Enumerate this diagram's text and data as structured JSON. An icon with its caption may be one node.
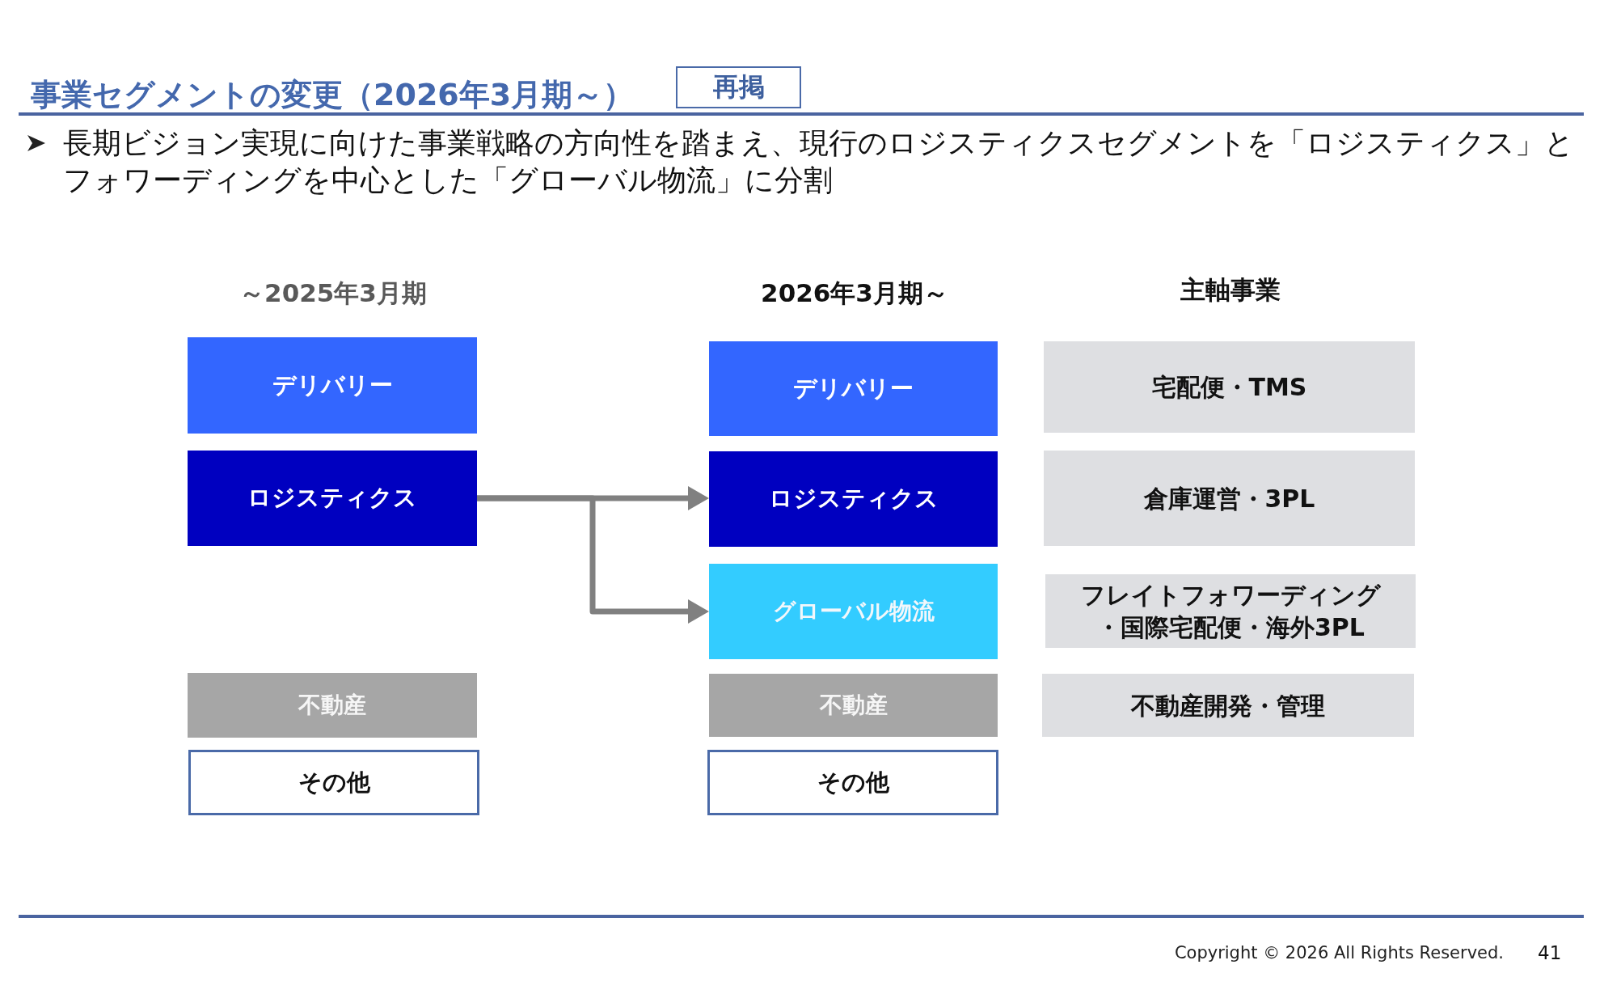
{
  "diagram": {
    "title": "事業セグメントの変更（2026年3月期～）",
    "nodes": [
      {
        "text": [
          "再掲"
        ]
      },
      {
        "text": [
          "デリバリー"
        ]
      },
      {
        "text": [
          "ロジスティクス"
        ]
      },
      {
        "text": [
          "不動産"
        ]
      },
      {
        "text": [
          "その他"
        ]
      },
      {
        "text": [
          "デリバリー"
        ]
      },
      {
        "text": [
          "ロジスティクス"
        ]
      },
      {
        "text": [
          "グローバル物流"
        ]
      },
      {
        "text": [
          "不動産"
        ]
      },
      {
        "text": [
          "その他"
        ]
      },
      {
        "text": [
          "宅配便・TMS"
        ]
      },
      {
        "text": [
          "倉庫運営・3PL"
        ]
      },
      {
        "text": [
          "フレイトフォワーディング・国際宅配便・海外3PL"
        ]
      },
      {
        "text": [
          "不動産開発・管理"
        ]
      }
    ],
    "edges": [
      {
        "from": 2,
        "to": 6,
        "arrow": "to"
      },
      {
        "from": 2,
        "to": 7,
        "arrow": "to"
      }
    ],
    "labels": [
      "長期ビジョン実現に向けた事業戦略の方向性を踏まえ、現行のロジスティクスセグメントを「ロジスティクス」とフォワーディングを中心とした「グローバル物流」に分割",
      "～2025年3月期",
      "2026年3月期～",
      "主軸事業",
      "Copyright © 2026 All Rights Reserved.",
      "41"
    ]
  }
}
